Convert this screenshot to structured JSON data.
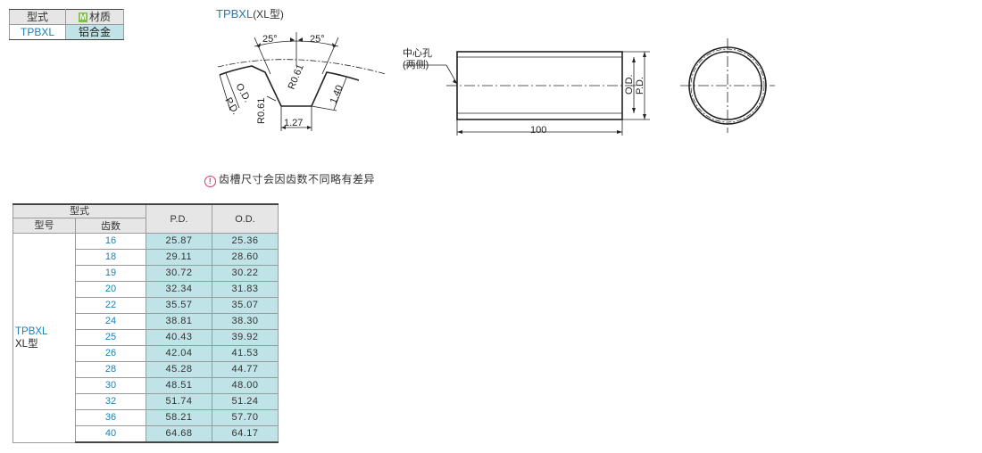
{
  "spec_table": {
    "header_type": "型式",
    "material_badge": "M",
    "header_material": "材质",
    "model": "TPBXL",
    "material": "铝合金"
  },
  "drawing": {
    "title": "TPBXL",
    "title_suffix": "(XL型)",
    "tooth_profile": {
      "angle_left": "25°",
      "angle_right": "25°",
      "radius_top": "R0.61",
      "radius_bottom": "R0.61",
      "depth": "1.40",
      "width": "1.27",
      "pd_label": "P.D.",
      "od_label": "O.D."
    },
    "side_view": {
      "center_hole_label": "中心孔",
      "center_hole_sub": "(两侧)",
      "length": "100",
      "od_label": "O.D.",
      "pd_label": "P.D."
    }
  },
  "note": {
    "icon": "info-icon",
    "text": "齿槽尺寸会因齿数不同略有差异"
  },
  "main_table": {
    "header_group": "型式",
    "header_model": "型号",
    "header_teeth": "齿数",
    "header_pd": "P.D.",
    "header_od": "O.D.",
    "model_code": "TPBXL",
    "model_type": "XL型",
    "rows": [
      {
        "teeth": "16",
        "pd": "25.87",
        "od": "25.36"
      },
      {
        "teeth": "18",
        "pd": "29.11",
        "od": "28.60"
      },
      {
        "teeth": "19",
        "pd": "30.72",
        "od": "30.22"
      },
      {
        "teeth": "20",
        "pd": "32.34",
        "od": "31.83"
      },
      {
        "teeth": "22",
        "pd": "35.57",
        "od": "35.07"
      },
      {
        "teeth": "24",
        "pd": "38.81",
        "od": "38.30"
      },
      {
        "teeth": "25",
        "pd": "40.43",
        "od": "39.92"
      },
      {
        "teeth": "26",
        "pd": "42.04",
        "od": "41.53"
      },
      {
        "teeth": "28",
        "pd": "45.28",
        "od": "44.77"
      },
      {
        "teeth": "30",
        "pd": "48.51",
        "od": "48.00"
      },
      {
        "teeth": "32",
        "pd": "51.74",
        "od": "51.24"
      },
      {
        "teeth": "36",
        "pd": "58.21",
        "od": "57.70"
      },
      {
        "teeth": "40",
        "pd": "64.68",
        "od": "64.17"
      }
    ]
  }
}
